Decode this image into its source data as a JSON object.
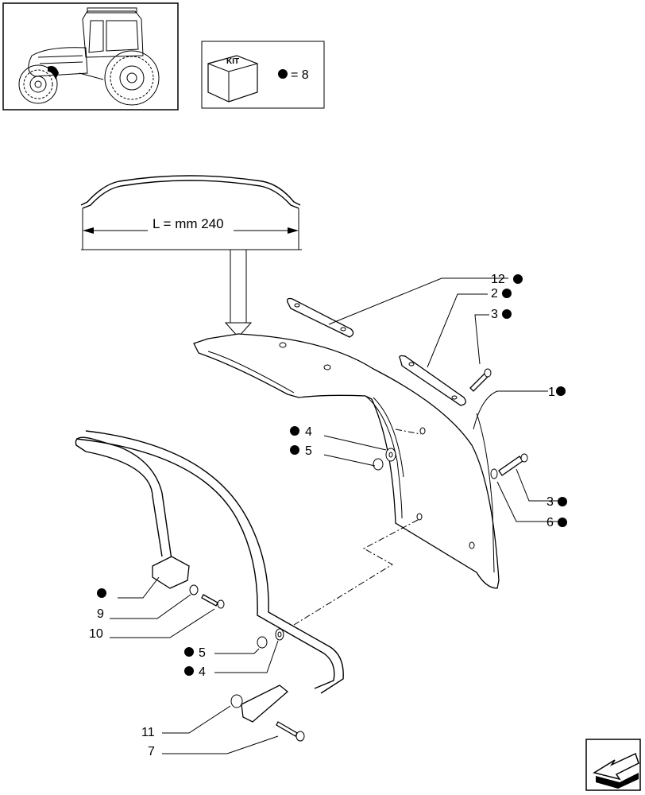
{
  "kit_legend": {
    "box_label": "KIT",
    "quantity_text": "= 8"
  },
  "dimension": {
    "label": "L = mm 240"
  },
  "callouts": [
    {
      "number": "12",
      "kit": true
    },
    {
      "number": "2",
      "kit": true
    },
    {
      "number": "3",
      "kit": true
    },
    {
      "number": "1",
      "kit": true
    },
    {
      "number": "4",
      "kit": true
    },
    {
      "number": "5",
      "kit": true
    },
    {
      "number": "3",
      "kit": true
    },
    {
      "number": "6",
      "kit": true
    },
    {
      "number": "",
      "kit": true
    },
    {
      "number": "9",
      "kit": false
    },
    {
      "number": "10",
      "kit": false
    },
    {
      "number": "5",
      "kit": true
    },
    {
      "number": "4",
      "kit": true
    },
    {
      "number": "11",
      "kit": false
    },
    {
      "number": "7",
      "kit": false
    }
  ],
  "icons": {
    "tractor": "tractor-thumbnail-icon",
    "kit_box": "kit-box-icon",
    "kit_dot": "kit-dot-icon",
    "nav": "previous-page-arrow-icon"
  }
}
